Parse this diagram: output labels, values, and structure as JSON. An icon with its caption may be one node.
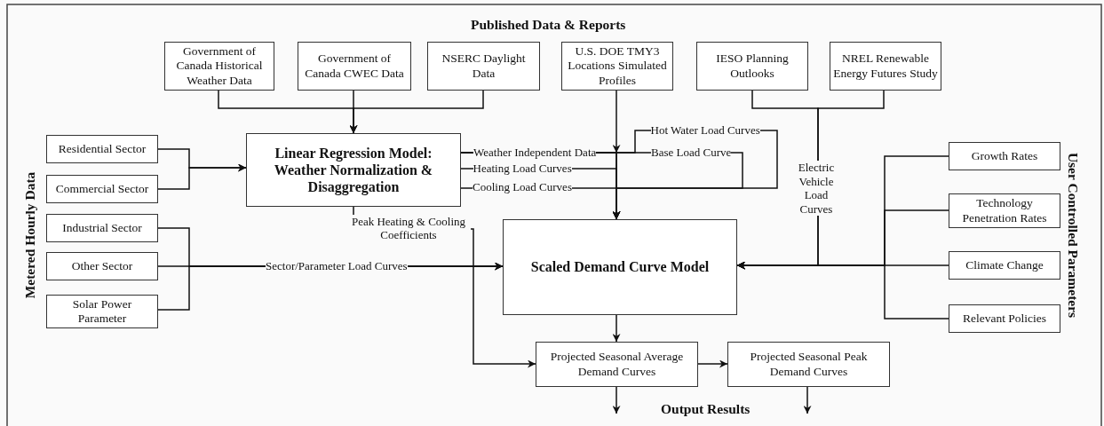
{
  "diagram": {
    "nodes": [
      {
        "text": [
          "Government of Canada Historical Weather Data"
        ]
      },
      {
        "text": [
          "Government of Canada CWEC Data"
        ]
      },
      {
        "text": [
          "NSERC Daylight Data"
        ]
      },
      {
        "text": [
          "U.S. DOE TMY3 Locations Simulated Profiles"
        ]
      },
      {
        "text": [
          "IESO Planning Outlooks"
        ]
      },
      {
        "text": [
          "NREL Renewable Energy Futures Study"
        ]
      },
      {
        "text": [
          "Residential Sector"
        ]
      },
      {
        "text": [
          "Commercial Sector"
        ]
      },
      {
        "text": [
          "Linear Regression Model: Weather Normalization & Disaggregation"
        ]
      },
      {
        "text": [
          "Industrial Sector"
        ]
      },
      {
        "text": [
          "Other Sector"
        ]
      },
      {
        "text": [
          "Solar Power Parameter"
        ]
      },
      {
        "text": [
          "Scaled Demand Curve Model"
        ]
      },
      {
        "text": [
          "Projected Seasonal Average Demand Curves"
        ]
      },
      {
        "text": [
          "Projected Seasonal Peak Demand Curves"
        ]
      },
      {
        "text": [
          "Growth Rates"
        ]
      },
      {
        "text": [
          "Technology Penetration Rates"
        ]
      },
      {
        "text": [
          "Climate Change"
        ]
      },
      {
        "text": [
          "Relevant Policies"
        ]
      }
    ],
    "edges": [
      {
        "from": 0,
        "to": 8,
        "arrow": "to"
      },
      {
        "from": 1,
        "to": 8,
        "arrow": "to"
      },
      {
        "from": 2,
        "to": 8,
        "arrow": "to"
      },
      {
        "from": 3,
        "to": 12,
        "arrow": "to"
      },
      {
        "from": 8,
        "to": 12,
        "arrow": "to",
        "label": "Weather Independent Data"
      },
      {
        "from": 8,
        "to": 12,
        "arrow": "to",
        "label": "Hot Water Load Curves"
      },
      {
        "from": 8,
        "to": 12,
        "arrow": "to",
        "label": "Base Load Curve"
      },
      {
        "from": 8,
        "to": 12,
        "arrow": "to",
        "label": "Heating Load Curves"
      },
      {
        "from": 8,
        "to": 12,
        "arrow": "to",
        "label": "Cooling Load Curves"
      },
      {
        "from": 4,
        "to": 12,
        "arrow": "to",
        "label": "Electric Vehicle Load Curves"
      },
      {
        "from": 5,
        "to": 12,
        "arrow": "to"
      },
      {
        "from": 15,
        "to": 12,
        "arrow": "to"
      },
      {
        "from": 16,
        "to": 12,
        "arrow": "to"
      },
      {
        "from": 17,
        "to": 12,
        "arrow": "to"
      },
      {
        "from": 18,
        "to": 12,
        "arrow": "to"
      },
      {
        "from": 6,
        "to": 8,
        "arrow": "to"
      },
      {
        "from": 7,
        "to": 8,
        "arrow": "to"
      },
      {
        "from": 9,
        "to": 12,
        "arrow": "to"
      },
      {
        "from": 10,
        "to": 12,
        "arrow": "to",
        "label": "Sector/Parameter Load Curves"
      },
      {
        "from": 11,
        "to": 12,
        "arrow": "to"
      },
      {
        "from": 8,
        "to": 13,
        "arrow": "to",
        "label": "Peak Heating & Cooling Coefficients"
      },
      {
        "from": 12,
        "to": 13,
        "arrow": "to"
      },
      {
        "from": 13,
        "to": 14,
        "arrow": "to"
      },
      {
        "from": 13,
        "to": null,
        "arrow": "to"
      },
      {
        "from": 14,
        "to": null,
        "arrow": "to"
      }
    ],
    "labels": [
      "Published Data & Reports",
      "Metered Hourly Data",
      "User Controlled Parameters",
      "Output Results"
    ]
  }
}
